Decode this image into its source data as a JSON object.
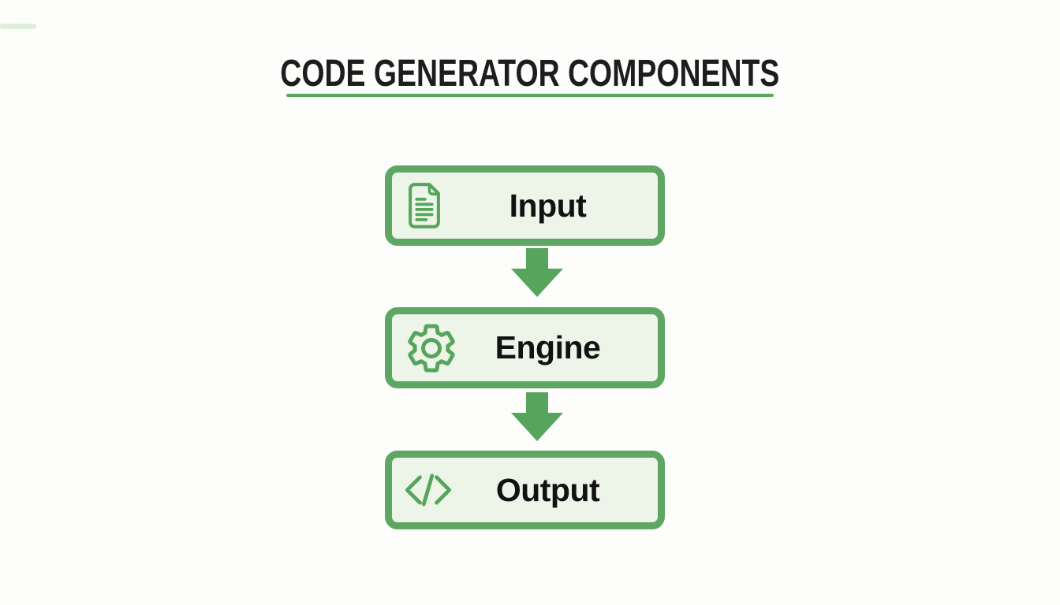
{
  "title": {
    "text": "CODE GENERATOR COMPONENTS"
  },
  "flow": {
    "boxes": [
      {
        "id": "input",
        "label": "Input",
        "icon": "document-icon"
      },
      {
        "id": "engine",
        "label": "Engine",
        "icon": "gear-icon"
      },
      {
        "id": "output",
        "label": "Output",
        "icon": "code-brackets-icon"
      }
    ],
    "connectors": [
      {
        "type": "arrow-down"
      },
      {
        "type": "arrow-down"
      }
    ]
  },
  "colors": {
    "accent_green": "#57a55c",
    "box_border_green": "#5ea763",
    "box_background": "#edf4e8",
    "underline_green": "#54aa5c",
    "arrow_green": "#57a55c",
    "title_text": "#1d1d1d",
    "label_text": "#121212",
    "page_background": "#fdfdfc"
  }
}
